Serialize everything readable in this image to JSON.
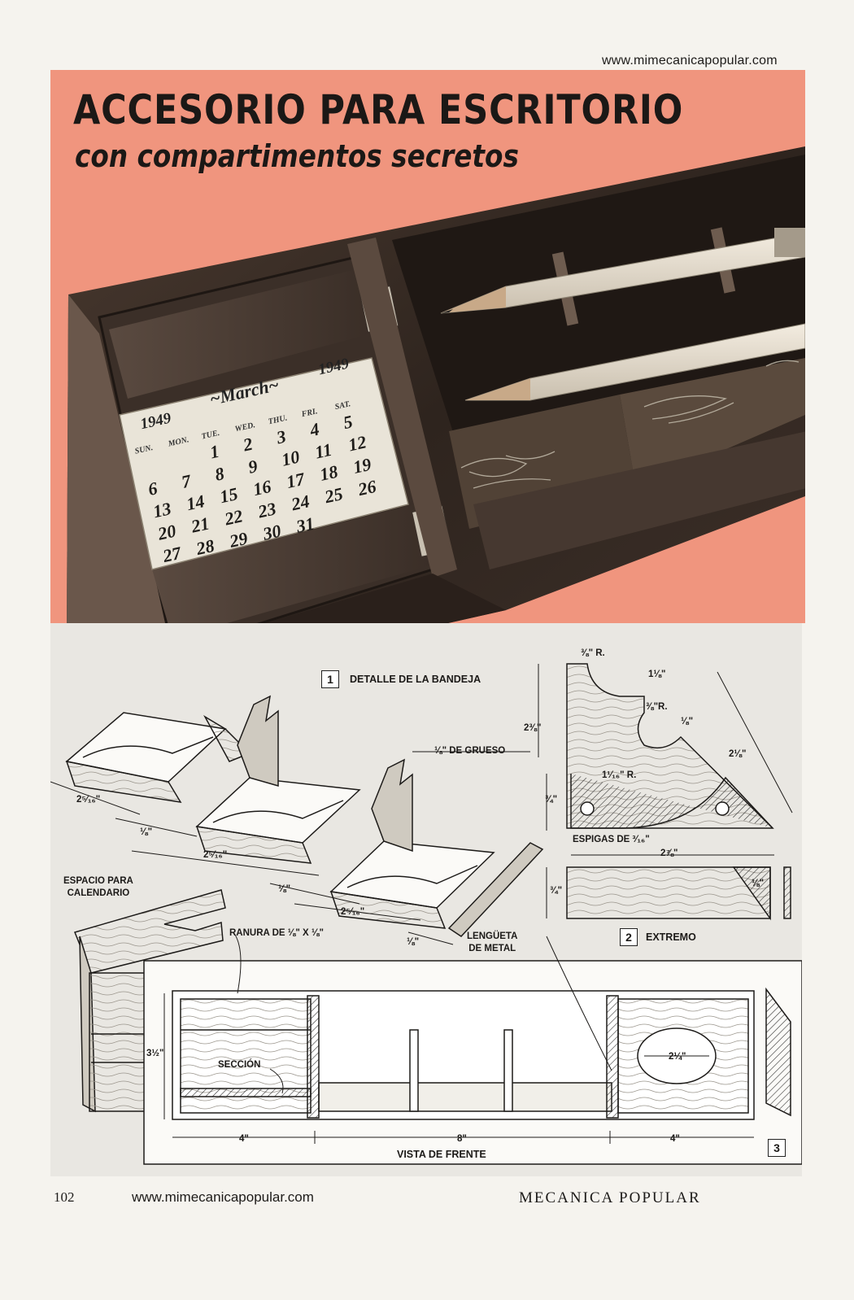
{
  "header": {
    "url": "www.mimecanicapopular.com"
  },
  "article": {
    "title": "ACCESORIO PARA ESCRITORIO",
    "subtitle": "con compartimentos secretos"
  },
  "photo": {
    "calendar": {
      "year_left": "1949",
      "year_right": "1949",
      "month": "~March~",
      "days_header": [
        "SUN.",
        "MON.",
        "TUE.",
        "WED.",
        "THU.",
        "FRI.",
        "SAT."
      ],
      "rows": [
        [
          "",
          "",
          "1",
          "2",
          "3",
          "4",
          "5"
        ],
        [
          "6",
          "7",
          "8",
          "9",
          "10",
          "11",
          "12"
        ],
        [
          "13",
          "14",
          "15",
          "16",
          "17",
          "18",
          "19"
        ],
        [
          "20",
          "21",
          "22",
          "23",
          "24",
          "25",
          "26"
        ],
        [
          "27",
          "28",
          "29",
          "30",
          "31",
          "",
          ""
        ]
      ]
    }
  },
  "figures": {
    "fig1": {
      "number": "1",
      "caption": "DETALLE DE LA BANDEJA",
      "thickness_label": "⅛\" DE GRUESO",
      "dims": [
        "2⁵⁄₁₆\"",
        "⅛\"",
        "2⁵⁄₁₆\"",
        "⅛\"",
        "2⁵⁄₁₆\"",
        "⅛\""
      ]
    },
    "fig2": {
      "number": "2",
      "caption": "EXTREMO",
      "dims": {
        "r_top": "⅜\" R.",
        "top_len": "1⅛\"",
        "r_mid": "⅜\"R.",
        "eighth": "⅛\"",
        "height": "2⅜\"",
        "diag": "2⅛\"",
        "r_large": "1¹⁄₁₆\" R.",
        "three_q": "¾\"",
        "dowels": "ESPIGAS DE ³⁄₁₆\"",
        "width": "2⅞\"",
        "lower_three_q": "¾\"",
        "lower_eighth": "⅛\""
      }
    },
    "fig3": {
      "number": "3",
      "caption": "VISTA DE FRENTE",
      "space_label": "ESPACIO PARA\nCALENDARIO",
      "groove_label": "RANURA DE ⅛\" X ⅛\"",
      "tongue_label": "LENGÜETA\nDE METAL",
      "section_label": "SECCIÓN",
      "dims": {
        "height": "3½\"",
        "left": "4\"",
        "center": "8\"",
        "right": "4\"",
        "hole": "2¼\""
      }
    }
  },
  "footer": {
    "page_number": "102",
    "url": "www.mimecanicapopular.com",
    "magazine": "MECANICA POPULAR"
  }
}
